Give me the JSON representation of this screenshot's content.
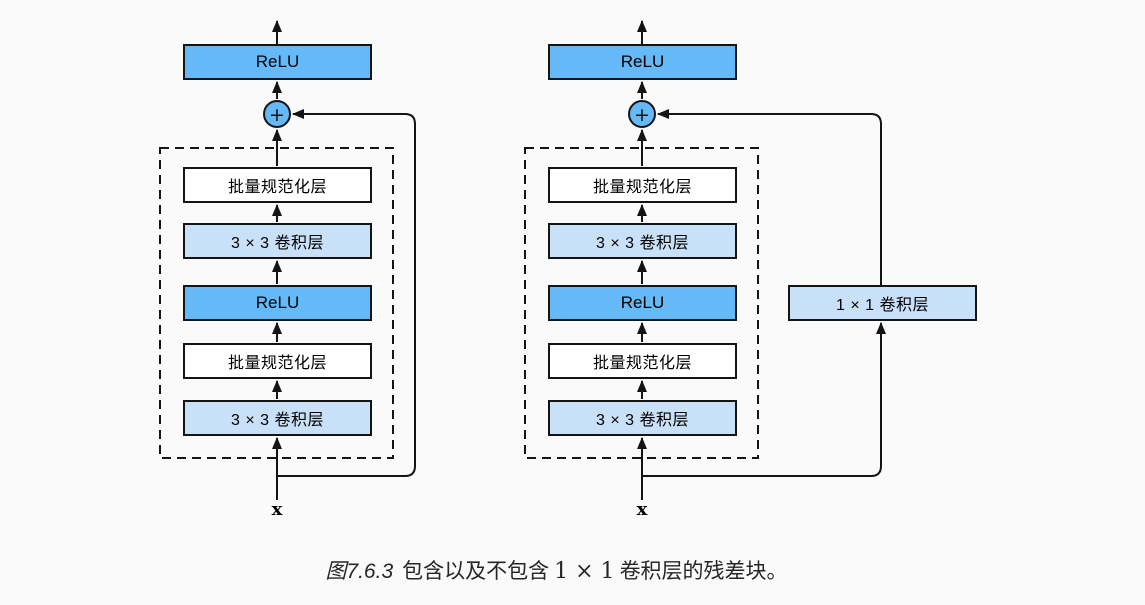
{
  "colors": {
    "background": "#fafafa",
    "relu_fill": "#64b9f6",
    "conv_fill": "#c8e0f8",
    "bn_fill": "#ffffff",
    "line": "#141414",
    "caption_text": "#262626"
  },
  "labels": {
    "relu": "ReLU",
    "batch_norm": "批量规范化层",
    "conv3x3": "3 × 3 卷积层",
    "conv1x1": "1 × 1 卷积层",
    "plus": "+",
    "input": "x"
  },
  "caption": {
    "figure_label": "图7.6.3",
    "pre_math": "包含以及不包含",
    "math": "1 × 1",
    "post_math": "卷积层的残差块。"
  }
}
